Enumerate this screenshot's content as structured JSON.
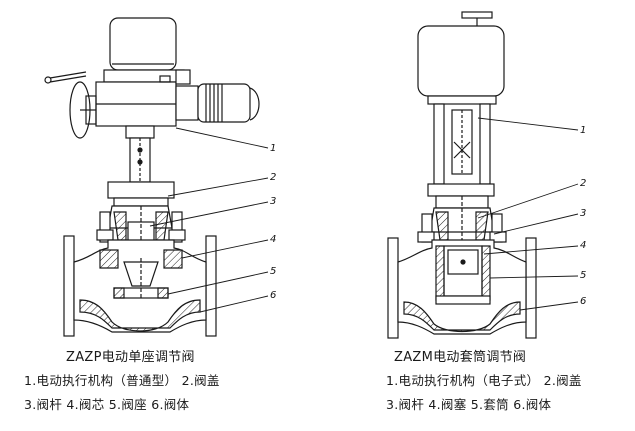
{
  "left": {
    "title": "ZAZP电动单座调节阀",
    "legend_row1": "1.电动执行机构（普通型）  2.阀盖",
    "legend_row2": "3.阀杆   4.阀芯    5.阀座    6.阀体",
    "callouts": [
      "1",
      "2",
      "3",
      "4",
      "5",
      "6"
    ]
  },
  "right": {
    "title": "ZAZM电动套筒调节阀",
    "legend_row1": "1.电动执行机构（电子式）  2.阀盖",
    "legend_row2": "3.阀杆   4.阀塞    5.套筒    6.阀体",
    "callouts": [
      "1",
      "2",
      "3",
      "4",
      "5",
      "6"
    ]
  }
}
